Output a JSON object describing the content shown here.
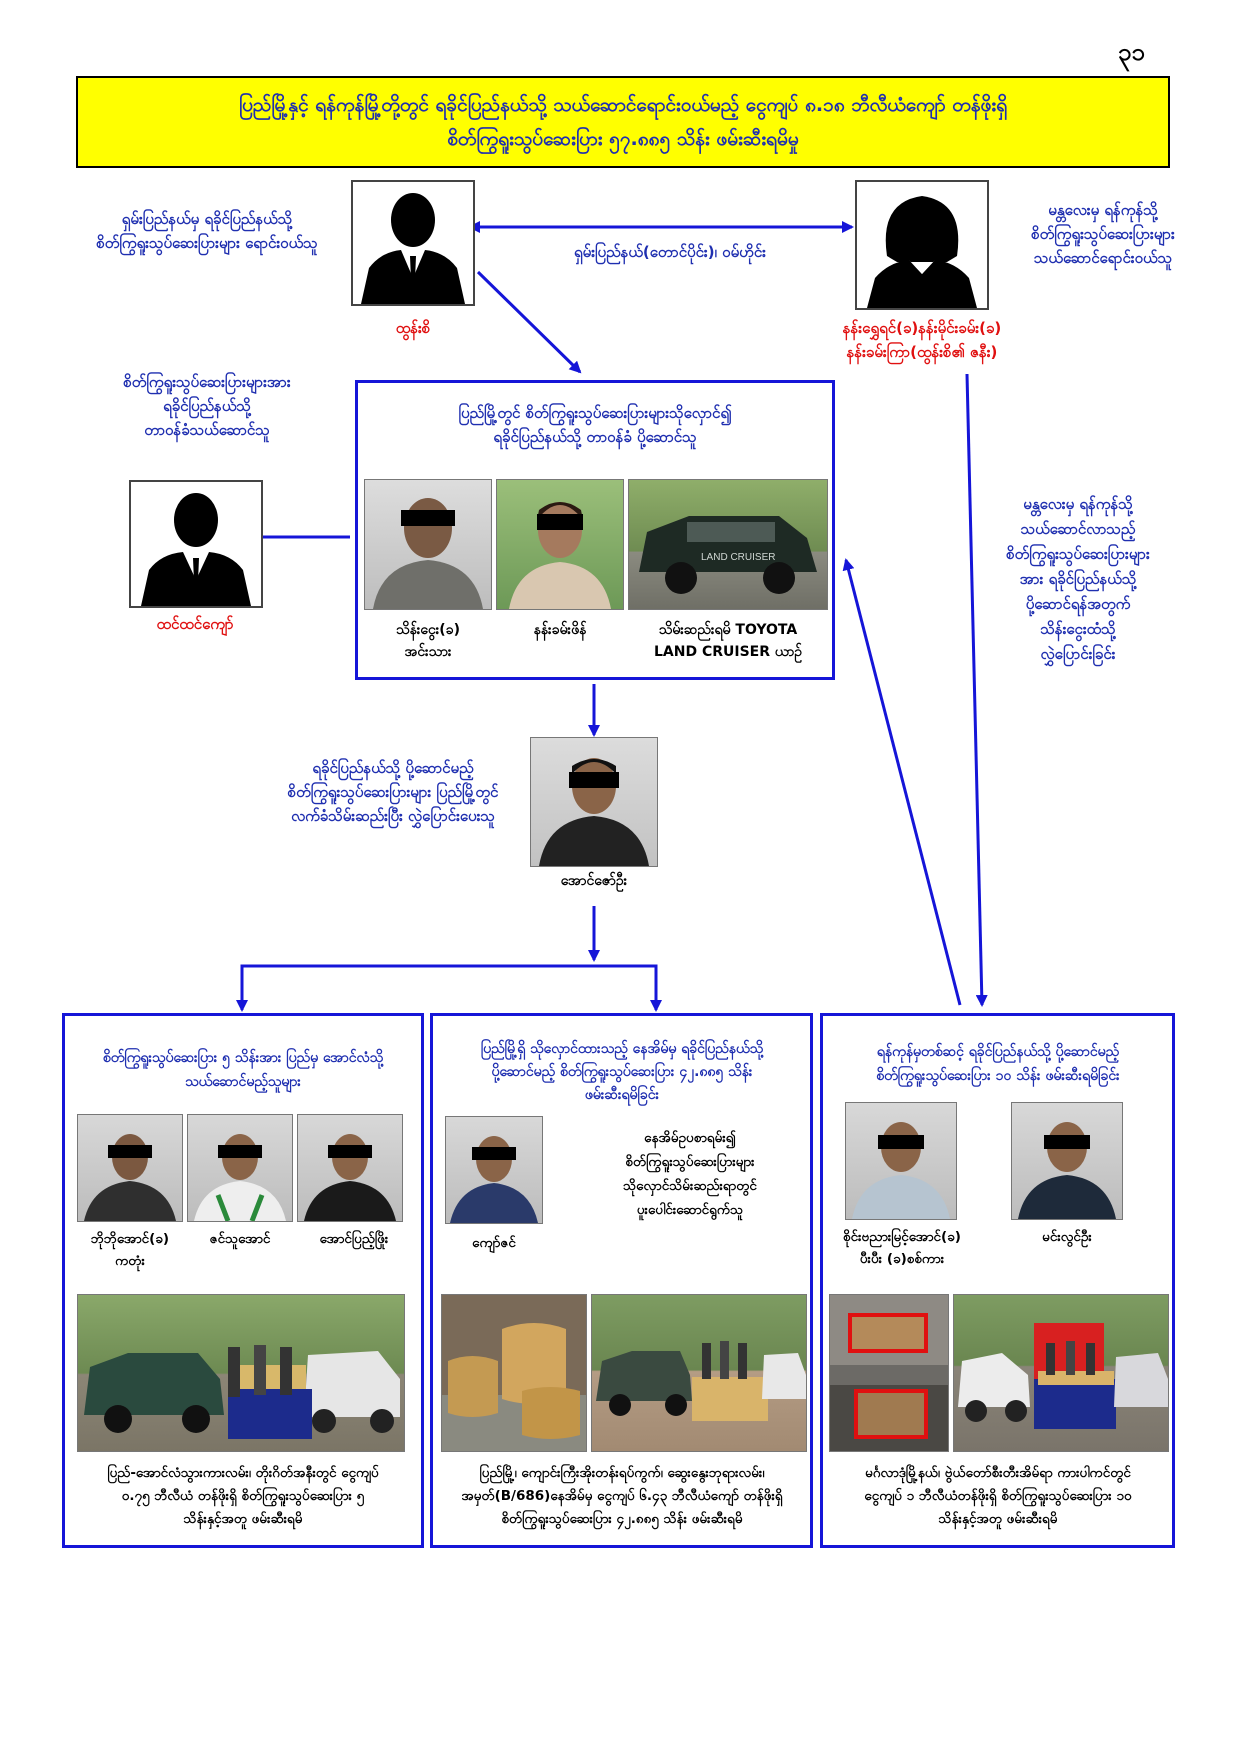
{
  "page_number": "၃၁",
  "title": {
    "line1": "ပြည်မြို့နှင့် ရန်ကုန်မြို့တို့တွင် ရခိုင်ပြည်နယ်သို့ သယ်ဆောင်ရောင်းဝယ်မည့် ငွေကျပ် ၈.၁၈ ဘီလီယံကျော် တန်ဖိုးရှိ",
    "line2": "စိတ်ကြွရူးသွပ်ဆေးပြား ၅၇.၈၈၅ သိန်း  ဖမ်းဆီးရမိမှု"
  },
  "top": {
    "left_desc": [
      "ရှမ်းပြည်နယ်မှ ရခိုင်ပြည်နယ်သို့",
      "စိတ်ကြွရူးသွပ်ဆေးပြားများ ရောင်းဝယ်သူ"
    ],
    "left_name": "ထွန်းစိ",
    "middle_label": "ရှမ်းပြည်နယ်(တောင်ပိုင်း)၊ ဝမ်ဟိုင်း",
    "right_desc": [
      "မန္တလေးမှ ရန်ကုန်သို့",
      "စိတ်ကြွရူးသွပ်ဆေးပြားများ",
      "သယ်ဆောင်ရောင်းဝယ်သူ"
    ],
    "right_name": [
      "နန်းရွှေရင်(ခ)နန်းမိုင်းခမ်း(ခ)",
      "နန်းခမ်းကြာ(ထွန်းစိ၏ ဇနီး)"
    ]
  },
  "transporter": {
    "desc": [
      "စိတ်ကြွရူးသွပ်ဆေးပြားများအား",
      "ရခိုင်ပြည်နယ်သို့",
      "တာဝန်ခံသယ်ဆောင်သူ"
    ],
    "name": "ထင်ထင်ကျော်"
  },
  "center_box": {
    "title": [
      "ပြည်မြို့တွင် စိတ်ကြွရူးသွပ်ဆေးပြားများသိုလှောင်၍",
      "ရခိုင်ပြည်နယ်သို့ တာဝန်ခံ ပို့ဆောင်သူ"
    ],
    "person1": [
      "သိန်းငွေး(ခ)",
      "အင်းသား"
    ],
    "person2": "နန်းခမ်းဖိန်",
    "vehicle": [
      "သိမ်းဆည်းရမိ TOYOTA",
      "LAND CRUISER ယာဉ်"
    ],
    "vehicle_text": "LAND CRUISER"
  },
  "receiver": {
    "desc": [
      "ရခိုင်ပြည်နယ်သို့ ပို့ဆောင်မည့်",
      "စိတ်ကြွရူးသွပ်ဆေးပြားများ ပြည်မြို့တွင်",
      "လက်ခံသိမ်းဆည်းပြီး လွှဲပြောင်းပေးသူ"
    ],
    "name": "အောင်ဇော်ဦး"
  },
  "right_side_desc": [
    "မန္တလေးမှ ရန်ကုန်သို့",
    "သယ်ဆောင်လာသည့်",
    "စိတ်ကြွရူးသွပ်ဆေးပြားများ",
    "အား ရခိုင်ပြည်နယ်သို့",
    "ပို့ဆောင်ရန်အတွက်",
    "သိန်းငွေးထံသို့",
    "လွှဲပြောင်းခြင်း"
  ],
  "box1": {
    "title": [
      "စိတ်ကြွရူးသွပ်ဆေးပြား ၅ သိန်းအား ပြည်မှ အောင်လံသို့",
      "သယ်ဆောင်မည့်သူများ"
    ],
    "names": [
      [
        "ဘိုဘိုအောင်(ခ)",
        "ကတုံး"
      ],
      [
        "ဇင်သူအောင်"
      ],
      [
        "အောင်ပြည့်ဖြိုး"
      ]
    ],
    "caption": [
      "ပြည်-အောင်လံသွားကားလမ်း၊ တိုးဂိတ်အနီးတွင် ငွေကျပ်",
      "၀.၇၅ ဘီလီယံ တန်ဖိုးရှိ စိတ်ကြွရူးသွပ်ဆေးပြား ၅",
      "သိန်းနှင့်အတူ ဖမ်းဆီးရမိ"
    ]
  },
  "box2": {
    "title": [
      "ပြည်မြို့ရှိ သိုလှောင်ထားသည့် နေအိမ်မှ ရခိုင်ပြည်နယ်သို့",
      "ပို့ဆောင်မည့် စိတ်ကြွရူးသွပ်ဆေးပြား ၄၂.၈၈၅ သိန်း",
      "ဖမ်းဆီးရမိခြင်း"
    ],
    "name": "ကျော်ဇင်",
    "desc": [
      "နေအိမ်ဥပစာရမ်း၍",
      "စိတ်ကြွရူးသွပ်ဆေးပြားများ",
      "သိုလှောင်သိမ်းဆည်းရာတွင်",
      "ပူးပေါင်းဆောင်ရွက်သူ"
    ],
    "caption": [
      "ပြည်မြို့၊ ကျောင်းကြီးအိုးတန်းရပ်ကွက်၊ ဆွေးနွေးဘုရားလမ်း၊",
      "အမှတ်(B/686)နေအိမ်မှ ငွေကျပ် ၆.၄၃ ဘီလီယံကျော် တန်ဖိုးရှိ",
      "စိတ်ကြွရူးသွပ်ဆေးပြား ၄၂.၈၈၅ သိန်း ဖမ်းဆီးရမိ"
    ]
  },
  "box3": {
    "title": [
      "ရန်ကုန်မှတစ်ဆင့် ရခိုင်ပြည်နယ်သို့ ပို့ဆောင်မည့်",
      "စိတ်ကြွရူးသွပ်ဆေးပြား ၁၀ သိန်း ဖမ်းဆီးရမိခြင်း"
    ],
    "names": [
      [
        "စိုင်းဗညားမြင့်အောင်(ခ)",
        "ပီးပီး (ခ)စစ်ကား"
      ],
      [
        "မင်းလွင်ဦး"
      ]
    ],
    "caption": [
      "မင်္ဂလာဒုံမြို့နယ်၊ ဗွဲယ်တော်စီးတီးအိမ်ရာ ကားပါကင်တွင်",
      "ငွေကျပ် ၁ ဘီလီယံတန်ဖိုးရှိ စိတ်ကြွရူးသွပ်ဆေးပြား ၁၀",
      "သိန်းနှင့်အတူ ဖမ်းဆီးရမိ"
    ]
  },
  "colors": {
    "title_bg": "#ffff00",
    "blue_text": "#1f2fb0",
    "red_text": "#e01010",
    "box_border": "#1515d8"
  }
}
